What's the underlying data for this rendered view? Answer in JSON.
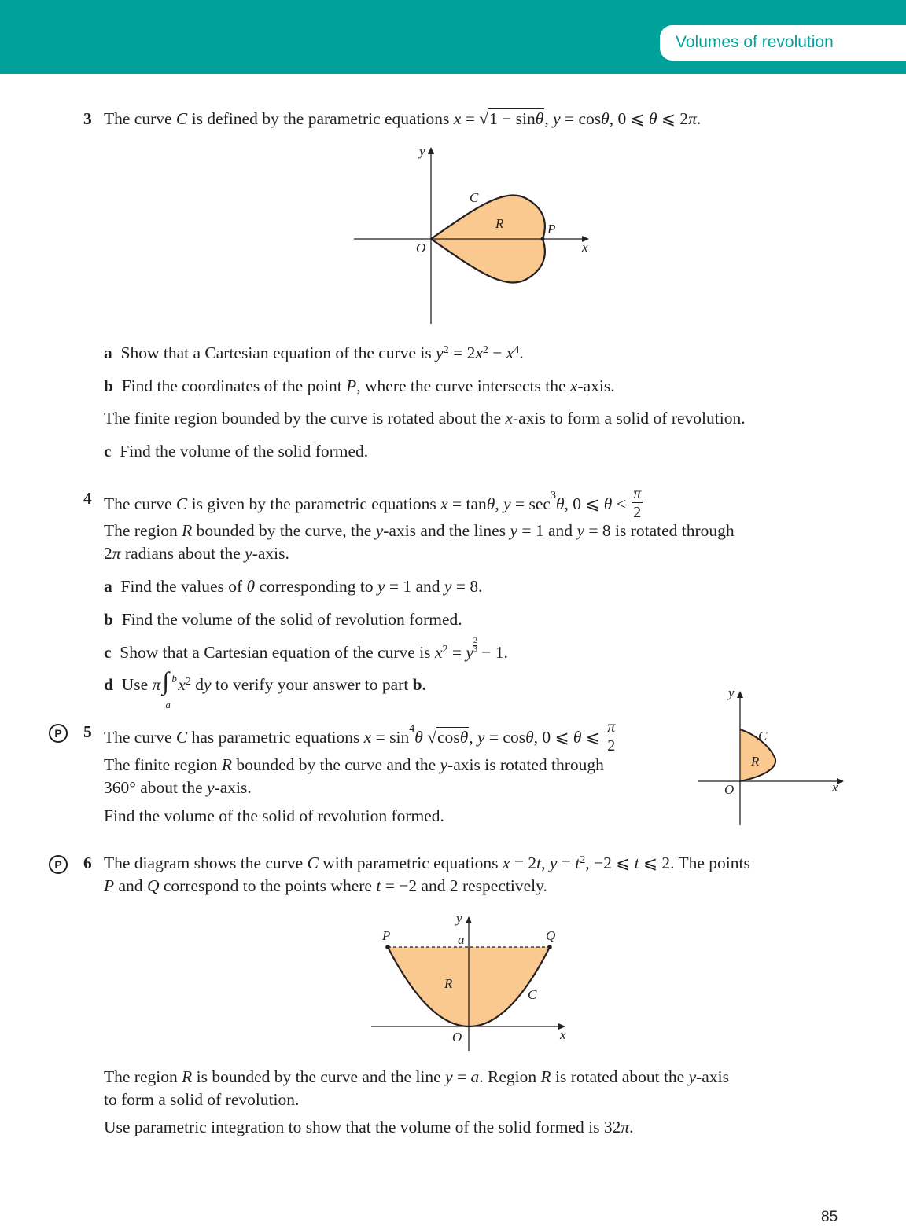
{
  "header": {
    "chapter_title": "Volumes of revolution"
  },
  "page_number": "85",
  "colors": {
    "header_teal": "#00a19a",
    "region_fill": "#fac990",
    "text": "#231f20"
  },
  "q3": {
    "number": "3",
    "stem_1": "The curve ",
    "C": "C",
    "stem_2": " is defined by the parametric equations ",
    "x": "x",
    "eq": " = ",
    "sqrt_body": "1 − sin",
    "theta": "θ",
    "comma": ", ",
    "y": "y",
    "eq_cos": " = cos",
    "range_1": ", 0 ⩽ ",
    "range_2": " ⩽ 2",
    "pi": "π",
    "period": ".",
    "diagram": {
      "y": "y",
      "x": "x",
      "O": "O",
      "C": "C",
      "R": "R",
      "P": "P"
    },
    "a_label": "a",
    "a_text": "Show that a Cartesian equation of the curve is ",
    "a_eq_1": " = 2",
    "a_sq": "2",
    "a_minus": " − ",
    "a_four": "4",
    "b_label": "b",
    "b_text_1": "Find the coordinates of the point ",
    "b_P": "P",
    "b_text_2": ", where the curve intersects the ",
    "b_text_3": "-axis.",
    "mid_1": "The finite region bounded by the curve is rotated about the ",
    "mid_2": "-axis to form a solid of revolution.",
    "c_label": "c",
    "c_text": "Find the volume of the solid formed."
  },
  "q4": {
    "number": "4",
    "stem_1": "The curve ",
    "stem_2": " is given by the parametric equations ",
    "eq_tan": " = tan",
    "eq_sec": " = sec",
    "cube": "3",
    "range": ", 0 ⩽ ",
    "lt": " < ",
    "pi": "π",
    "two": "2",
    "p1_1": "The region ",
    "R": "R",
    "p1_2": " bounded by the curve, the ",
    "p1_3": "-axis and the lines ",
    "p1_4": " = 1 and ",
    "p1_5": " = 8 is rotated through",
    "p2_1": "2",
    "p2_2": " radians about the ",
    "p2_3": "-axis.",
    "a_label": "a",
    "a_1": "Find the values of ",
    "a_2": " corresponding to ",
    "a_3": " = 1 and ",
    "a_4": " = 8.",
    "b_label": "b",
    "b_text": "Find the volume of the solid of revolution formed.",
    "c_label": "c",
    "c_1": "Show that a Cartesian equation of the curve is ",
    "c_2": " = ",
    "c_sq": "2",
    "c_exp_n": "2",
    "c_exp_d": "3",
    "c_3": " − 1.",
    "d_label": "d",
    "d_1": "Use ",
    "d_int_upper": "b",
    "d_int_lower": "a",
    "d_2": " d",
    "d_3": " to verify your answer to part ",
    "d_b": "b."
  },
  "q5": {
    "badge": "P",
    "number": "5",
    "stem_1": "The curve ",
    "stem_2": " has parametric equations ",
    "eq_sin": " = sin",
    "four": "4",
    "sqrt_body": "cos",
    "eq_cos": " = cos",
    "range": ", 0 ⩽ ",
    "le": " ⩽ ",
    "pi": "π",
    "two": "2",
    "p1_1": "The finite region ",
    "p1_2": " bounded by the curve and the ",
    "p1_3": "-axis is rotated through",
    "p2_1": "360° about the ",
    "p2_2": "-axis.",
    "p3": "Find the volume of the solid of revolution formed.",
    "diagram": {
      "y": "y",
      "x": "x",
      "O": "O",
      "C": "C",
      "R": "R"
    }
  },
  "q6": {
    "badge": "P",
    "number": "6",
    "l1_1": "The diagram shows the curve ",
    "l1_2": " with parametric equations ",
    "l1_3": " = 2",
    "t": "t",
    "l1_4": "2",
    "l1_5": ", −2 ⩽ ",
    "l1_6": " ⩽ 2. The points",
    "P": "P",
    "Q": "Q",
    "l2_1": " and ",
    "l2_2": " correspond to the points where ",
    "l2_3": " = −2 and 2 respectively.",
    "diagram": {
      "y": "y",
      "x": "x",
      "O": "O",
      "P": "P",
      "Q": "Q",
      "a": "a",
      "R": "R",
      "C": "C"
    },
    "p1_1": "The region ",
    "p1_2": " is bounded by the curve and the line ",
    "a_var": "a",
    "p1_3": ". Region ",
    "p1_4": " is rotated about the ",
    "p1_5": "-axis",
    "p2": "to form a solid of revolution.",
    "p3": "Use parametric integration to show that the volume of the solid formed is 32",
    "pi": "π",
    "period": "."
  }
}
